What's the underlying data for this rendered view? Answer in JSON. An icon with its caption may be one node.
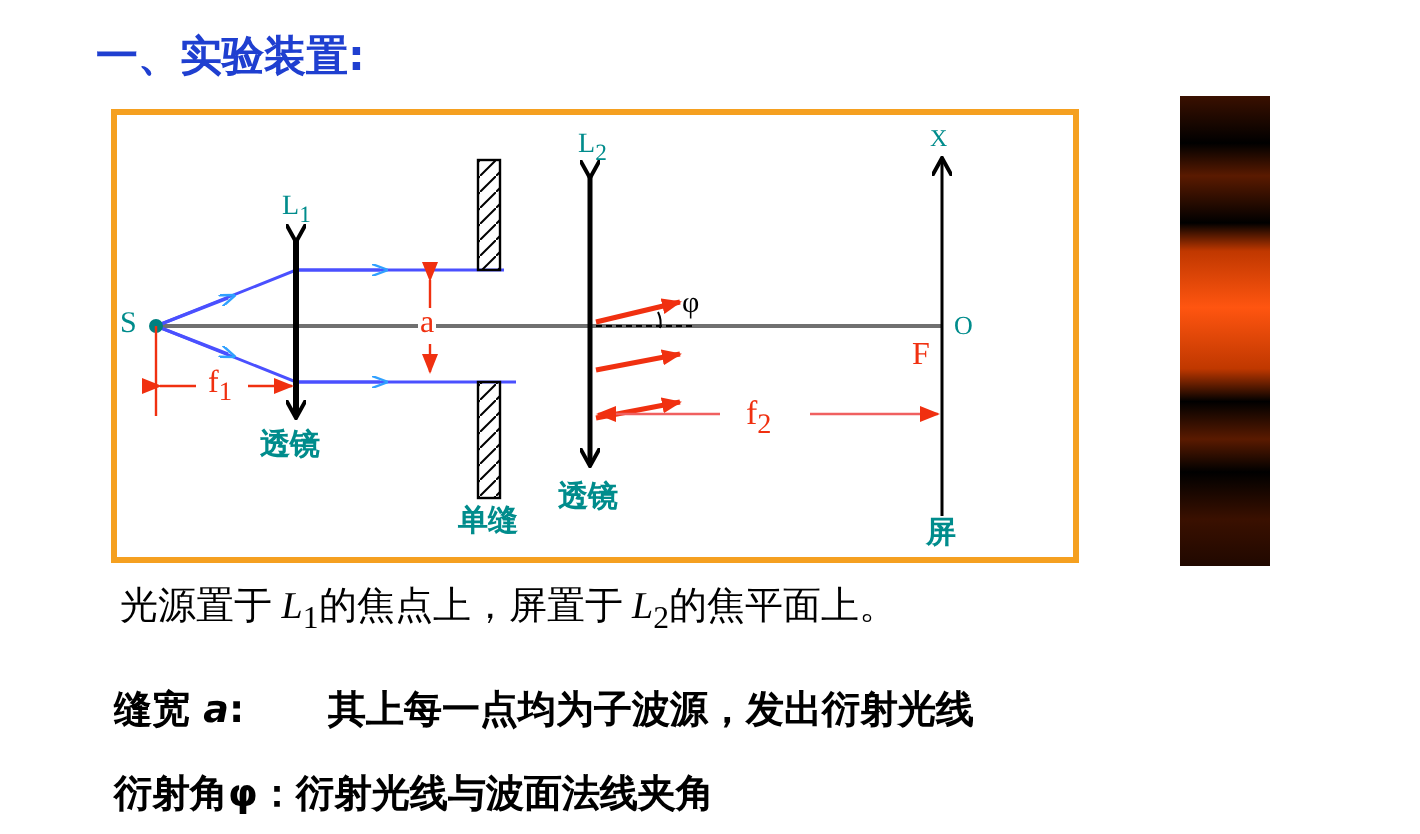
{
  "diagram": {
    "title": "一、实验装置:",
    "labels": [
      "S",
      "L$_{1}$",
      "f$_{1}$",
      "透镜",
      "a",
      "单缝",
      "L$_{2}$",
      "φ",
      "f$_{2}$",
      "透镜",
      "X",
      "O",
      "F",
      "屏",
      "光源置于 *L*$_{1}$的焦点上，屏置于 *L*$_{2}$的焦平面上。",
      "缝宽 *a*:",
      "其上每一点均为子波源，发出衍射光线",
      "衍射角φ：衍射光线与波面法线夹角"
    ]
  }
}
